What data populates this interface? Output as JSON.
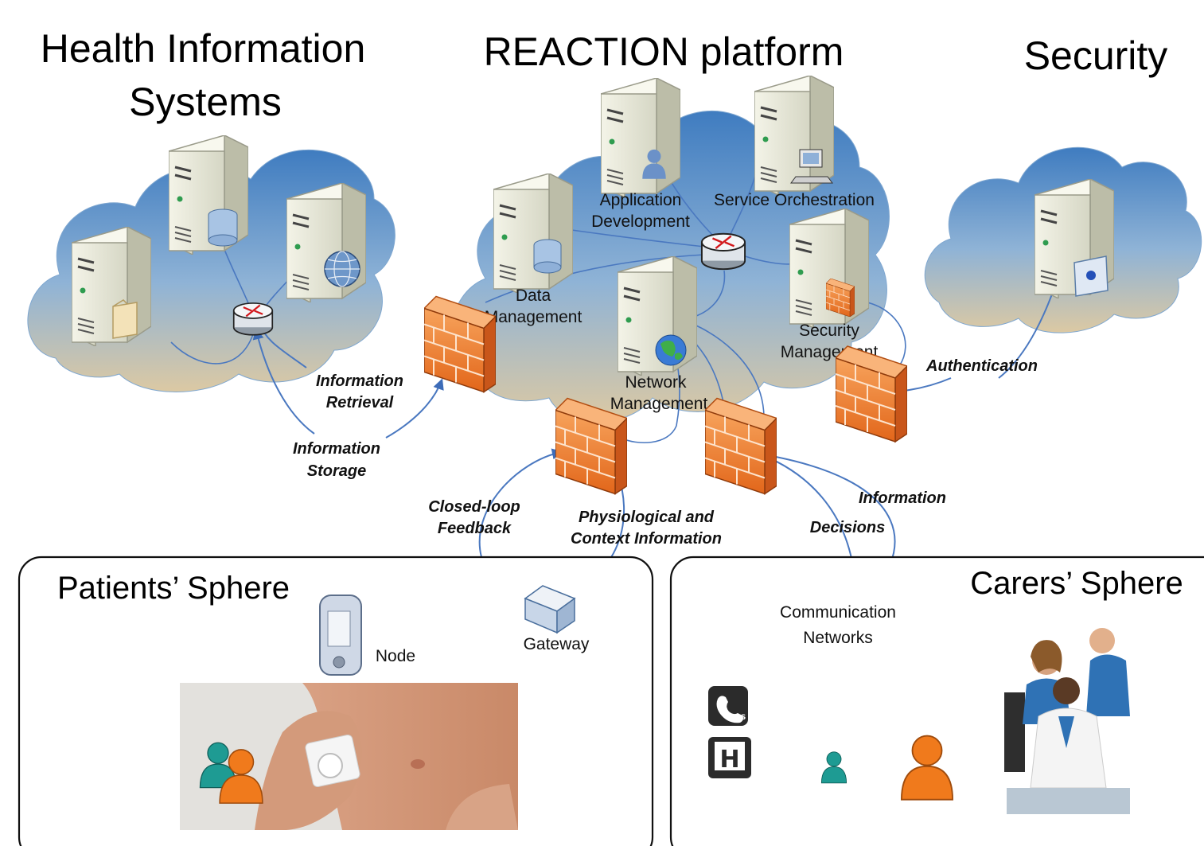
{
  "headings": {
    "his": [
      "Health Information",
      "Systems"
    ],
    "platform": "REACTION platform",
    "security": "Security"
  },
  "nodes": {
    "app_dev": [
      "Application",
      "Development"
    ],
    "service_orch": "Service Orchestration",
    "data_mgmt": [
      "Data",
      "Management"
    ],
    "network_mgmt": [
      "Network",
      "Management"
    ],
    "security_mgmt": [
      "Security",
      "Management"
    ],
    "node": "Node",
    "gateway": "Gateway",
    "comm_networks": [
      "Communication",
      "Networks"
    ]
  },
  "flows": {
    "info_retrieval": [
      "Information",
      "Retrieval"
    ],
    "info_storage": [
      "Information",
      "Storage"
    ],
    "authentication": "Authentication",
    "closed_loop": [
      "Closed-loop",
      "Feedback"
    ],
    "physiological": [
      "Physiological and",
      "Context Information"
    ],
    "decisions": "Decisions",
    "information": "Information"
  },
  "spheres": {
    "patients": "Patients’ Sphere",
    "carers": "Carers’ Sphere"
  },
  "icons": {
    "sos": "sos-phone-icon",
    "hospital": "hospital-icon",
    "badge_sos_text": "SOS",
    "badge_h_text": "H"
  },
  "colors": {
    "cloud_top": "#5b8fc7",
    "cloud_bottom": "#d9c8a5",
    "firewall": "#f07d2a",
    "connector": "#4a78c0",
    "person_orange": "#f07a1c",
    "person_teal": "#1e9b93"
  }
}
